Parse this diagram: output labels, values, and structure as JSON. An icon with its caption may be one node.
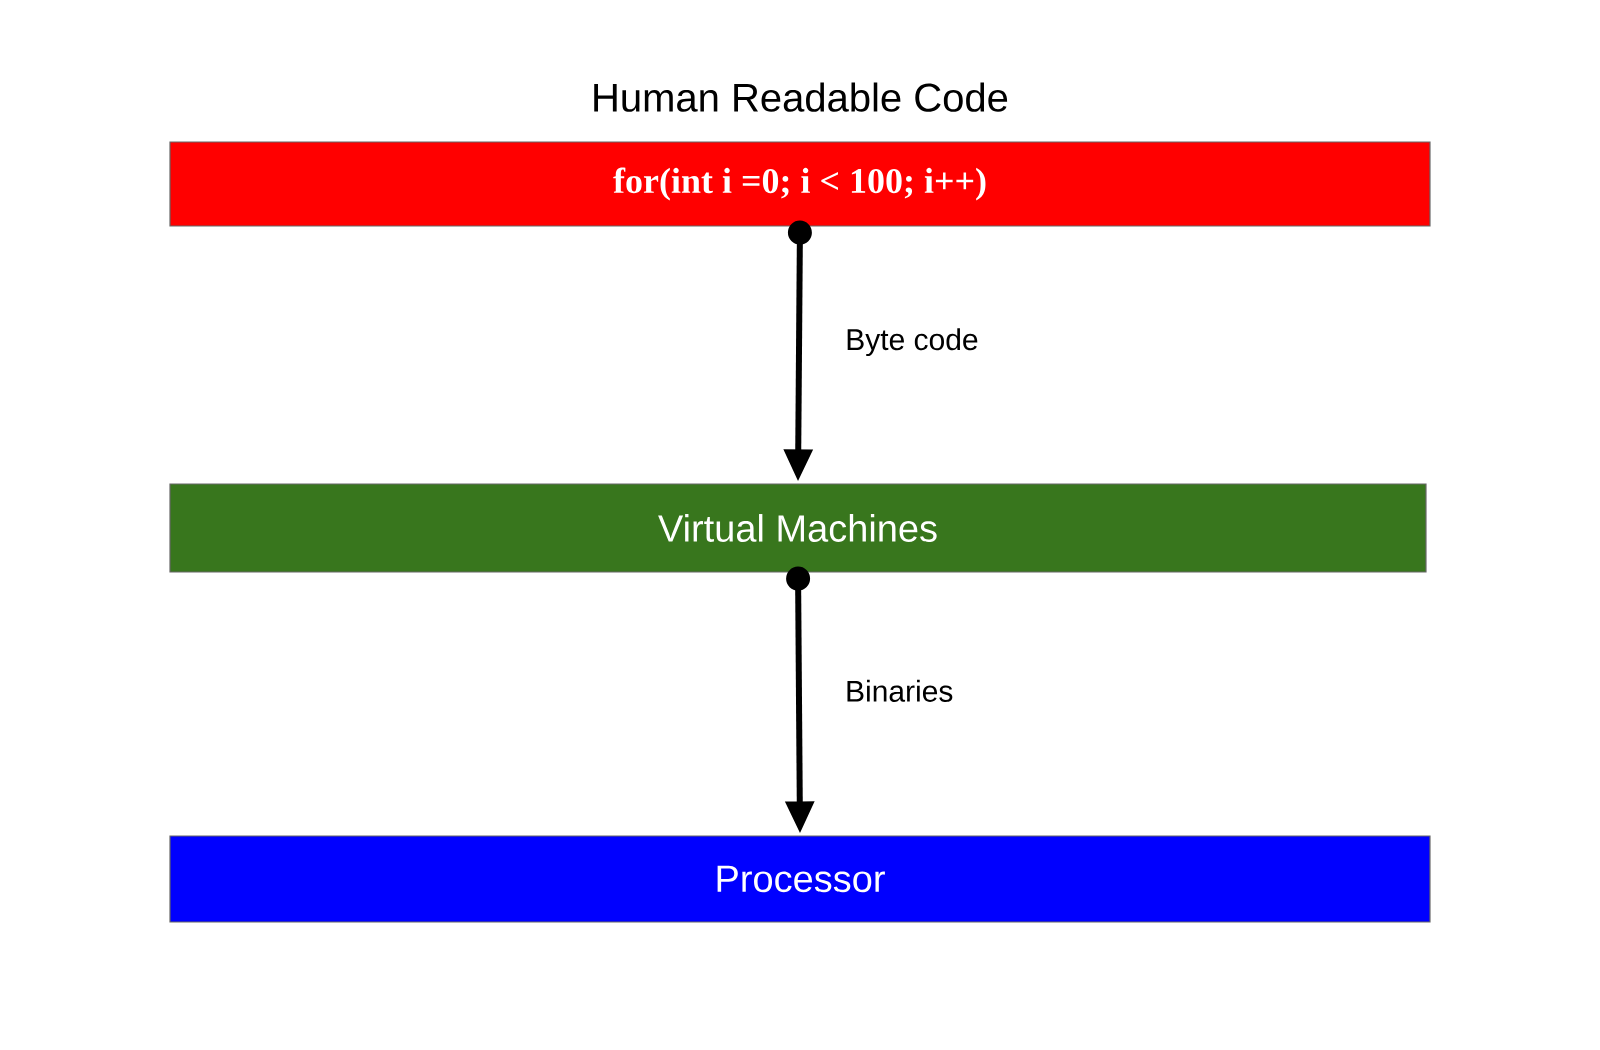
{
  "diagram": {
    "nodes": [
      {
        "text": [
          "Human Readable Code",
          "for(int i =0; i < 100; i++)"
        ]
      },
      {
        "text": [
          "Virtual Machines"
        ]
      },
      {
        "text": [
          "Processor"
        ]
      }
    ],
    "edges": [
      {
        "from": 0,
        "to": 1,
        "arrow": "to",
        "label": "Byte code"
      },
      {
        "from": 1,
        "to": 2,
        "arrow": "to",
        "label": "Binaries"
      }
    ]
  }
}
